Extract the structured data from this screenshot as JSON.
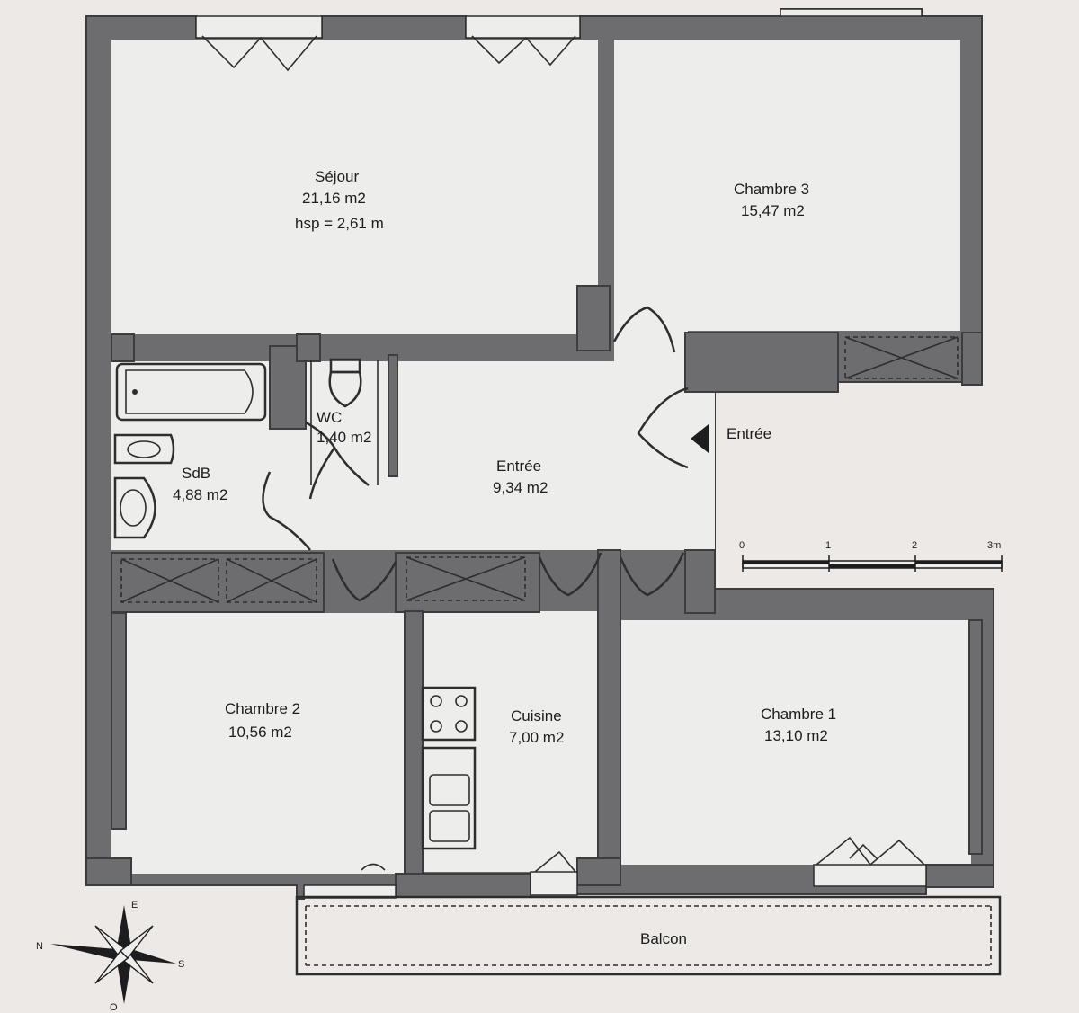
{
  "rooms": {
    "sejour": {
      "name": "Séjour",
      "area": "21,16 m2",
      "height": "hsp = 2,61 m"
    },
    "chambre3": {
      "name": "Chambre 3",
      "area": "15,47 m2"
    },
    "wc": {
      "name": "WC",
      "area": "1,40 m2"
    },
    "sdb": {
      "name": "SdB",
      "area": "4,88 m2"
    },
    "entree": {
      "name": "Entrée",
      "area": "9,34 m2"
    },
    "chambre2": {
      "name": "Chambre 2",
      "area": "10,56 m2"
    },
    "cuisine": {
      "name": "Cuisine",
      "area": "7,00 m2"
    },
    "chambre1": {
      "name": "Chambre 1",
      "area": "13,10 m2"
    },
    "balcon": {
      "name": "Balcon"
    }
  },
  "entrance_label": "Entrée",
  "scale": {
    "ticks": [
      "0",
      "1",
      "2",
      "3m"
    ]
  },
  "compass": {
    "north": "N",
    "east": "E",
    "south": "S",
    "west": "O"
  },
  "colors": {
    "wall": "#6d6d70",
    "background": "#ece9e6",
    "ink": "#1d1d1f"
  }
}
